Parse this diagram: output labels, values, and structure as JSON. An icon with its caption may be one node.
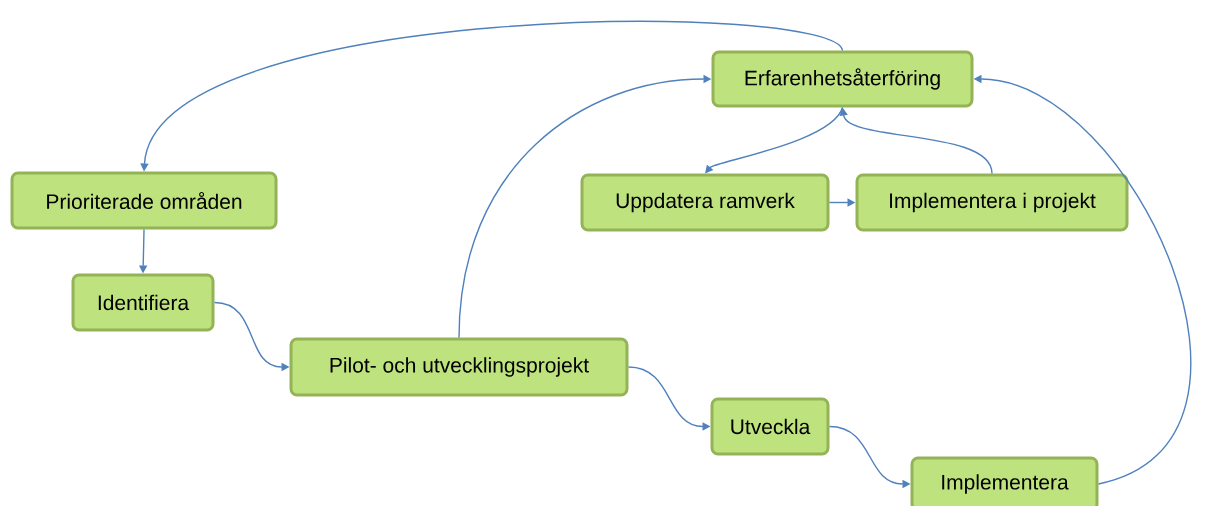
{
  "diagram": {
    "nodes": [
      {
        "text": [
          "Erfarenhetsåterföring"
        ]
      },
      {
        "text": [
          "Prioriterade områden"
        ]
      },
      {
        "text": [
          "Uppdatera ramverk"
        ]
      },
      {
        "text": [
          "Implementera i projekt"
        ]
      },
      {
        "text": [
          "Identifiera"
        ]
      },
      {
        "text": [
          "Pilot- och utvecklingsprojekt"
        ]
      },
      {
        "text": [
          "Utveckla"
        ]
      },
      {
        "text": [
          "Implementera"
        ]
      }
    ],
    "edges": [
      {
        "from": 0,
        "to": 1,
        "arrow": "to"
      },
      {
        "from": 1,
        "to": 4,
        "arrow": "to"
      },
      {
        "from": 4,
        "to": 5,
        "arrow": "to"
      },
      {
        "from": 5,
        "to": 0,
        "arrow": "to"
      },
      {
        "from": 0,
        "to": 2,
        "arrow": "to"
      },
      {
        "from": 2,
        "to": 3,
        "arrow": "to"
      },
      {
        "from": 3,
        "to": 0,
        "arrow": "to"
      },
      {
        "from": 5,
        "to": 6,
        "arrow": "to"
      },
      {
        "from": 6,
        "to": 7,
        "arrow": "to"
      },
      {
        "from": 7,
        "to": 0,
        "arrow": "to"
      }
    ]
  }
}
